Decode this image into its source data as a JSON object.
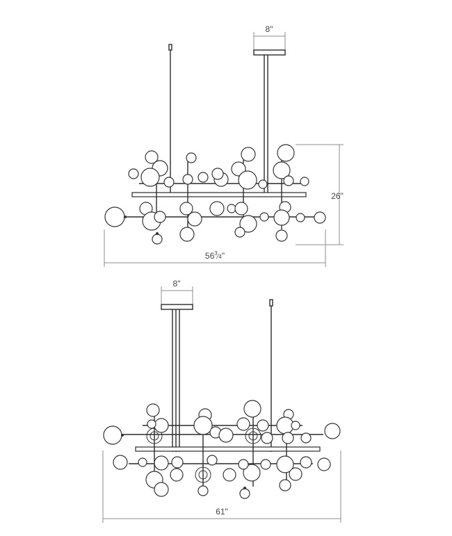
{
  "views": [
    {
      "id": "view-top",
      "dimensions": {
        "canopy_width": "8\"",
        "height": "26\"",
        "length_whole": "56",
        "length_fraction_num": "3",
        "length_fraction_den": "4",
        "length_unit": "\""
      }
    },
    {
      "id": "view-bottom",
      "dimensions": {
        "canopy_width": "8\"",
        "length": "61\""
      }
    }
  ],
  "colors": {
    "line": "#2a2a2a",
    "dimension": "#8c8c8c",
    "text": "#444444",
    "globe_fill": "#ffffff"
  }
}
